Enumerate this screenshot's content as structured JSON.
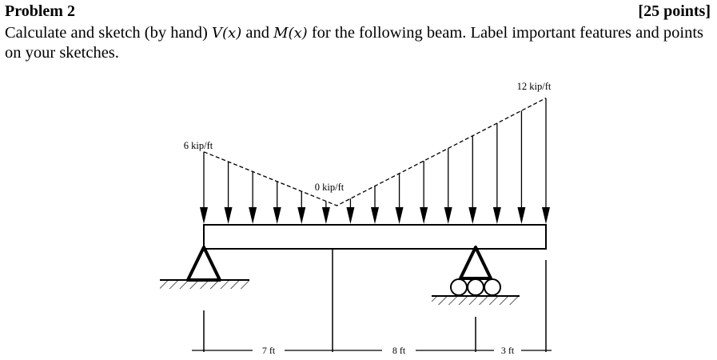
{
  "problem": {
    "title": "Problem 2",
    "points": "[25 points]",
    "prompt_before_v": "Calculate and sketch (by hand) ",
    "v_function": "V(x)",
    "prompt_and": " and ",
    "m_function": "M(x)",
    "prompt_after_m": " for the following beam. Label important features and points on your sketches."
  },
  "diagram": {
    "load_labels": {
      "left": "6 kip/ft",
      "min": "0 kip/ft",
      "right": "12 kip/ft"
    },
    "load_values": {
      "left_kip_per_ft": 6,
      "min_kip_per_ft": 0,
      "right_kip_per_ft": 12
    },
    "dimensions": [
      {
        "label": "7 ft",
        "length_ft": 7
      },
      {
        "label": "8 ft",
        "length_ft": 8
      },
      {
        "label": "3 ft",
        "length_ft": 3
      }
    ],
    "supports": {
      "left": "pin",
      "right": "roller"
    }
  }
}
